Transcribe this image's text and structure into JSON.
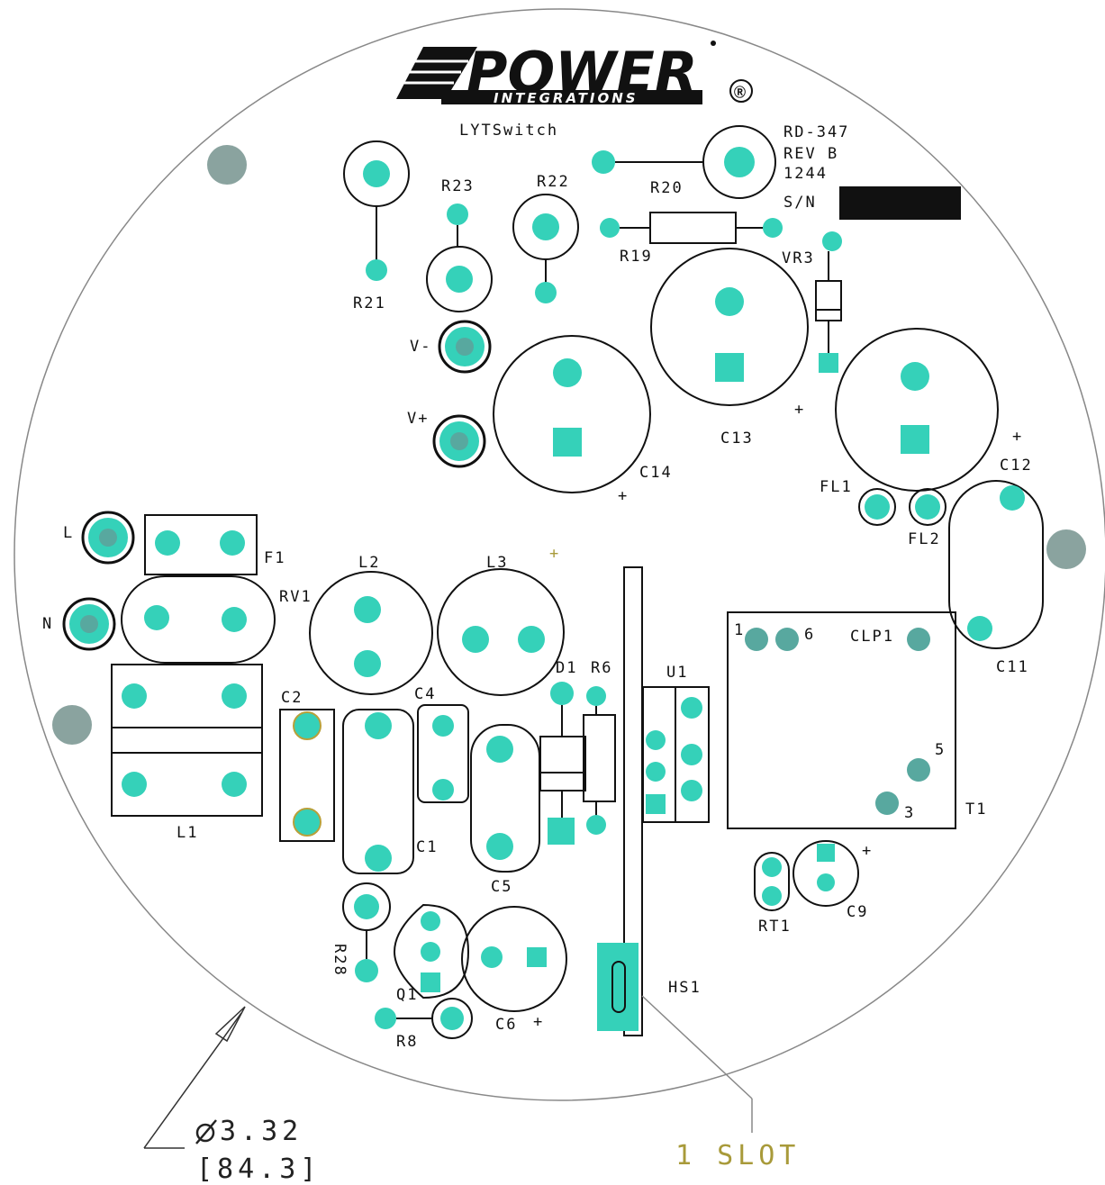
{
  "logo": {
    "brand_top": "POWER",
    "brand_bottom": "INTEGRATIONS"
  },
  "board": {
    "name": "LYTSwitch",
    "model": "RD-347",
    "revision": "REV B",
    "date_code": "1244",
    "serial_label": "S/N"
  },
  "inputs": {
    "line": "L",
    "neutral": "N",
    "out_neg": "V-",
    "out_pos": "V+"
  },
  "designators": {
    "F1": "F1",
    "RV1": "RV1",
    "L1": "L1",
    "L2": "L2",
    "L3": "L3",
    "C1": "C1",
    "C2": "C2",
    "C4": "C4",
    "C5": "C5",
    "C6": "C6",
    "C9": "C9",
    "C11": "C11",
    "C12": "C12",
    "C13": "C13",
    "C14": "C14",
    "D1": "D1",
    "R6": "R6",
    "U1": "U1",
    "CLP1": "CLP1",
    "T1": "T1",
    "RT1": "RT1",
    "Q1": "Q1",
    "R8": "R8",
    "R28": "R28",
    "HS1": "HS1",
    "R19": "R19",
    "R20": "R20",
    "R21": "R21",
    "R22": "R22",
    "R23": "R23",
    "VR3": "VR3",
    "FL1": "FL1",
    "FL2": "FL2"
  },
  "pin_labels": {
    "p1": "1",
    "p6": "6",
    "p5": "5",
    "p3": "3"
  },
  "polarity_mark": "+",
  "dimension": {
    "diameter": "3.32",
    "metric": "[84.3]"
  },
  "slot_note": "1 SLOT",
  "colors": {
    "pad": "#35d1b9",
    "pad_center": "#58a89f",
    "mounting_hole": "#8aa39f",
    "silkscreen": "#111111"
  },
  "icons": [
    "ul-mark-icon",
    "diameter-symbol-icon"
  ]
}
